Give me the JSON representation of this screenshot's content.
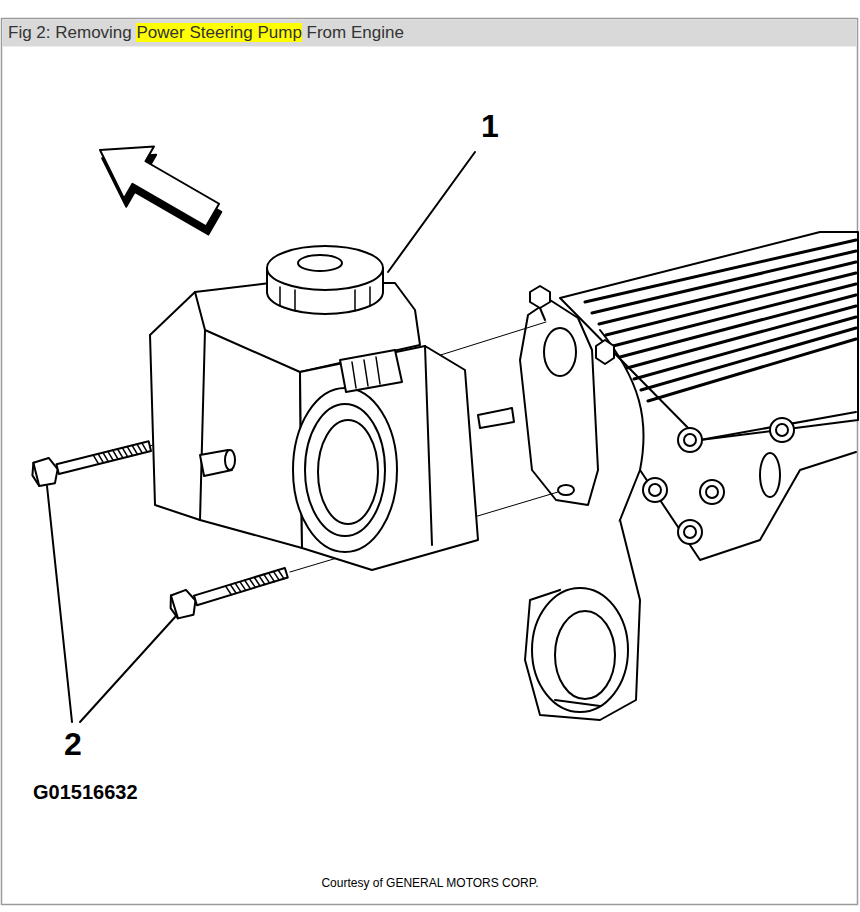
{
  "diagram": {
    "title": "Fig 2: Removing Power Steering Pump From Engine",
    "labels": [
      "1",
      "2",
      "G01516632",
      "Courtesy of GENERAL MOTORS CORP."
    ]
  }
}
